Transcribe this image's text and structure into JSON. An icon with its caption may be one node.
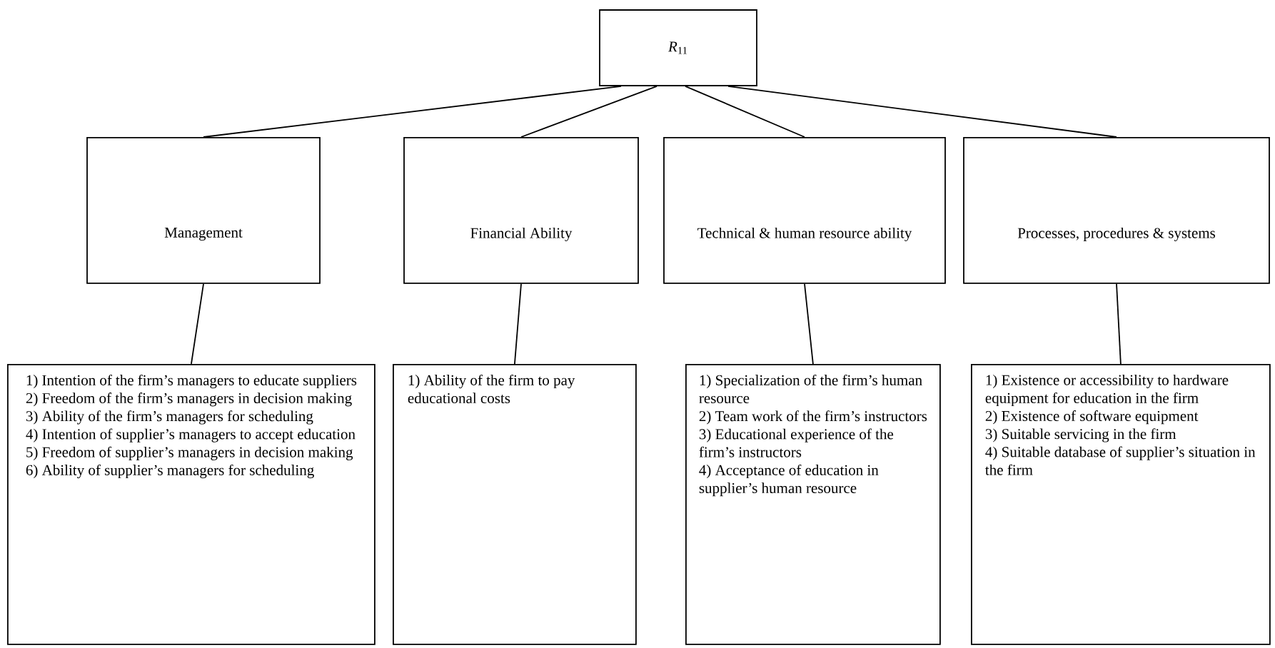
{
  "diagram": {
    "nodes": [
      {
        "text": [
          "*R*$_{11}$"
        ]
      },
      {
        "text": [
          "Management"
        ]
      },
      {
        "text": [
          "Financial Ability"
        ]
      },
      {
        "text": [
          "Technical & human resource ability"
        ]
      },
      {
        "text": [
          "Processes, procedures & systems"
        ]
      },
      {
        "text": [
          "1) Intention of the firm’s managers to educate suppliers",
          "2) Freedom of the firm’s managers in decision making",
          "3) Ability of the firm’s managers for scheduling",
          "4) Intention of supplier’s managers to accept education",
          "5) Freedom of supplier’s managers in decision making",
          "6) Ability of supplier’s managers for scheduling"
        ]
      },
      {
        "text": [
          "1) Ability of the firm to pay educational costs"
        ]
      },
      {
        "text": [
          "1) Specialization of the firm’s human resource",
          "2) Team work of the firm’s instructors",
          "3) Educational experience of the firm’s instructors",
          "4) Acceptance of education in supplier’s human resource"
        ]
      },
      {
        "text": [
          "1) Existence or accessibility to hardware equipment for education in the firm",
          "2) Existence of software equipment",
          "3) Suitable servicing in the firm",
          "4) Suitable database of supplier’s situation in the firm"
        ]
      }
    ],
    "edges": [
      {
        "from": 0,
        "to": 1,
        "arrow": "none"
      },
      {
        "from": 0,
        "to": 2,
        "arrow": "none"
      },
      {
        "from": 0,
        "to": 3,
        "arrow": "none"
      },
      {
        "from": 0,
        "to": 4,
        "arrow": "none"
      },
      {
        "from": 1,
        "to": 5,
        "arrow": "none"
      },
      {
        "from": 2,
        "to": 6,
        "arrow": "none"
      },
      {
        "from": 3,
        "to": 7,
        "arrow": "none"
      },
      {
        "from": 4,
        "to": 8,
        "arrow": "none"
      }
    ]
  }
}
